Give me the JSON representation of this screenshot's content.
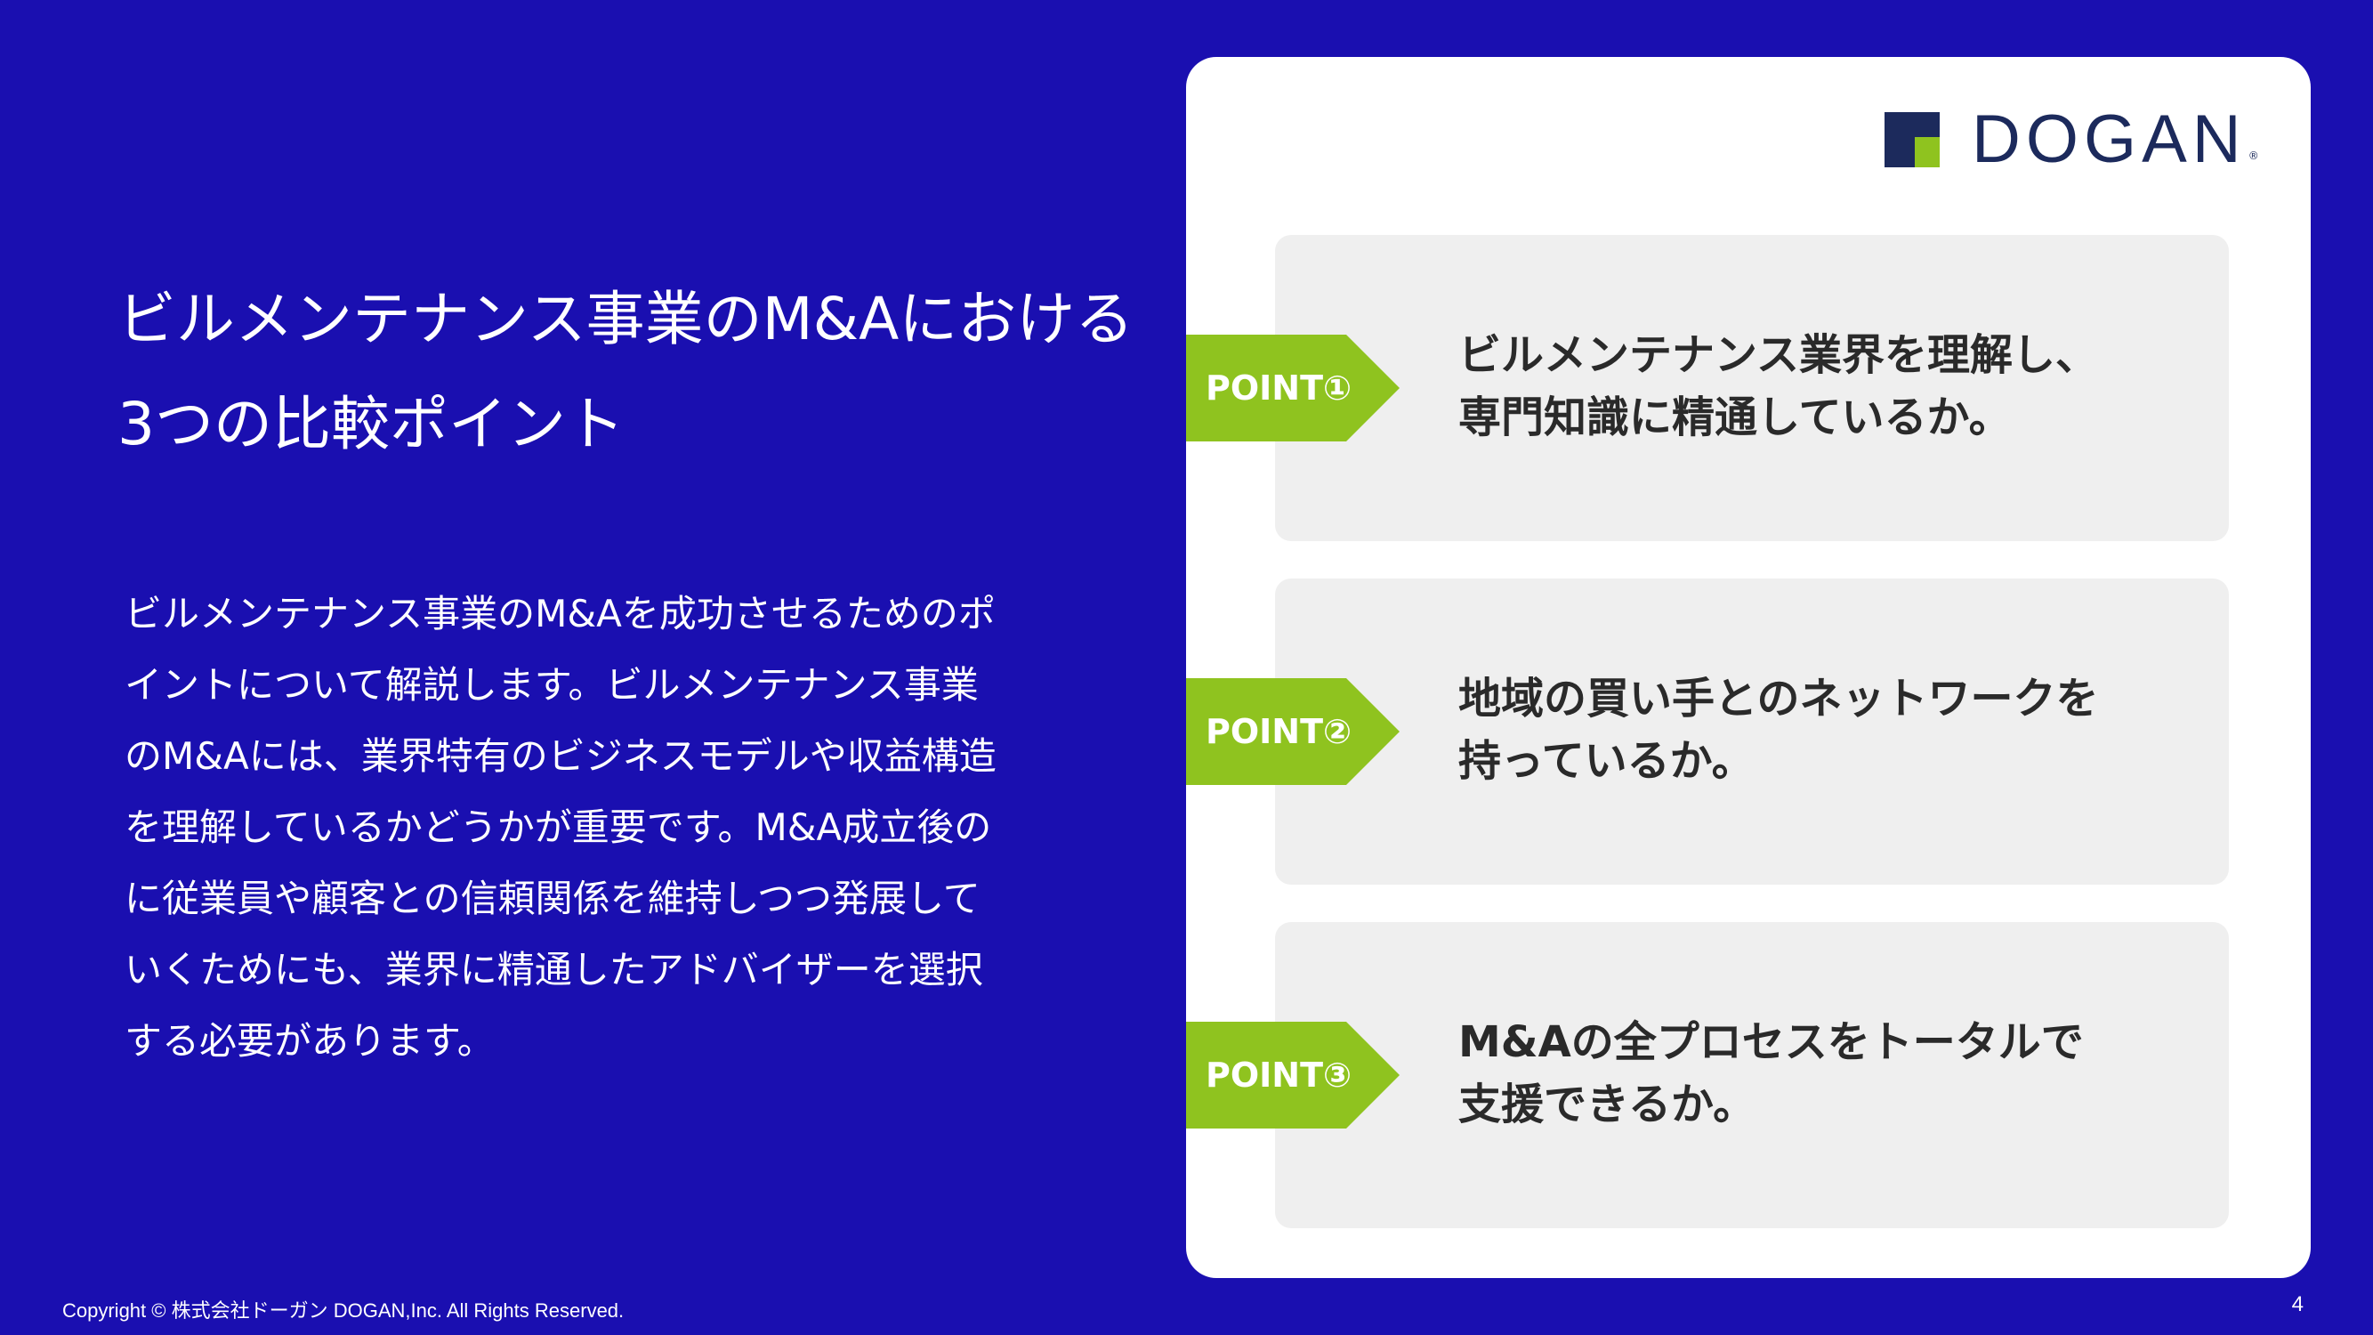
{
  "title": {
    "line1": "ビルメンテナンス事業のM&Aにおける",
    "line2": "3つの比較ポイント"
  },
  "body": {
    "lines": [
      "ビルメンテナンス事業のM&Aを成功させるためのポ",
      "イントについて解説します。ビルメンテナンス事業",
      "のM&Aには、業界特有のビジネスモデルや収益構造",
      "を理解しているかどうかが重要です。M&A成立後の",
      "に従業員や顧客との信頼関係を維持しつつ発展して",
      "いくためにも、業界に精通したアドバイザーを選択",
      "する必要があります。"
    ]
  },
  "logo": {
    "text": "DOGAN",
    "reg": "®",
    "icon": "dogan-logo-mark",
    "colors": {
      "navy": "#1c2a5c",
      "green": "#8fc31f"
    }
  },
  "points": [
    {
      "tag": "POINT①",
      "lines": [
        "ビルメンテナンス業界を理解し、",
        "専門知識に精通しているか。"
      ]
    },
    {
      "tag": "POINT②",
      "lines": [
        "地域の買い手とのネットワークを",
        "持っているか。"
      ]
    },
    {
      "tag": "POINT③",
      "lines": [
        "M&Aの全プロセスをトータルで",
        "支援できるか。"
      ]
    }
  ],
  "footer": {
    "copyright": "Copyright © 株式会社ドーガン DOGAN,Inc. All Rights Reserved.",
    "page_number": "4"
  },
  "colors": {
    "background": "#1a0fb0",
    "accent_green": "#8fc31f",
    "card": "#ffffff",
    "point_box": "#efefef"
  }
}
